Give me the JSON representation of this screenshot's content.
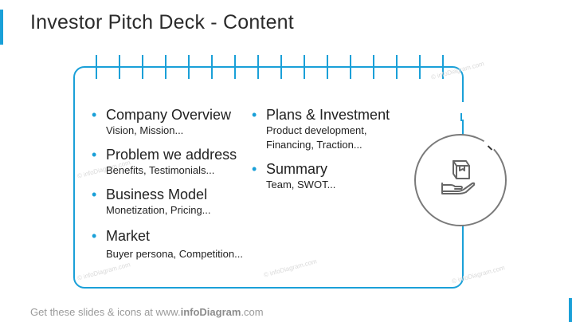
{
  "slide": {
    "title": "Investor Pitch Deck - Content"
  },
  "left_column": [
    {
      "title": "Company Overview",
      "subtitle": "Vision, Mission..."
    },
    {
      "title": "Problem we address",
      "subtitle": "Benefits, Testimonials..."
    },
    {
      "title": "Business Model",
      "subtitle": "Monetization, Pricing..."
    },
    {
      "title": "Market",
      "subtitle": "Buyer persona, Competition..."
    }
  ],
  "right_column": [
    {
      "title": "Plans & Investment",
      "subtitle_line1": "Product development,",
      "subtitle_line2": "Financing, Traction..."
    },
    {
      "title": "Summary",
      "subtitle_line1": "Team, SWOT..."
    }
  ],
  "icon": {
    "name": "box-in-hand-icon"
  },
  "watermark": "© infoDiagram.com",
  "footer": {
    "prefix": "Get these slides & icons at www.",
    "brand": "infoDiagram",
    "suffix": ".com"
  },
  "colors": {
    "accent": "#1aa0d8",
    "icon_stroke": "#7a7a7a",
    "text": "#222222",
    "footer": "#9a9a9a"
  }
}
